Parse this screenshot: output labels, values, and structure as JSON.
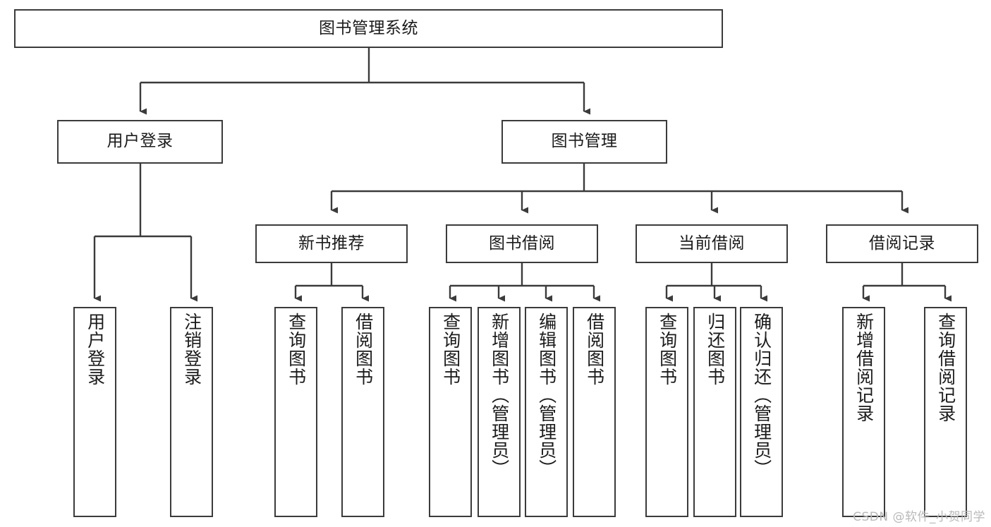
{
  "diagram": {
    "title": "图书管理系统",
    "type": "tree",
    "watermark": "CSDN @软件_小贺同学",
    "colors": {
      "border": "#3b3b3b",
      "fill": "#ffffff",
      "text": "#1b1b1b",
      "edge": "#3b3b3b",
      "watermark": "#b9b9b9"
    },
    "root": {
      "id": "root",
      "label": "图书管理系统"
    },
    "level2": [
      {
        "id": "user-login",
        "label": "用户登录"
      },
      {
        "id": "book-manage",
        "label": "图书管理"
      }
    ],
    "level3": [
      {
        "id": "new-book-recommend",
        "label": "新书推荐",
        "parent": "book-manage"
      },
      {
        "id": "book-borrow",
        "label": "图书借阅",
        "parent": "book-manage"
      },
      {
        "id": "current-borrow",
        "label": "当前借阅",
        "parent": "book-manage"
      },
      {
        "id": "borrow-record",
        "label": "借阅记录",
        "parent": "book-manage"
      }
    ],
    "leaves": [
      {
        "id": "leaf-user-login",
        "label": "用户登录",
        "parent": "user-login"
      },
      {
        "id": "leaf-user-logout",
        "label": "注销登录",
        "parent": "user-login"
      },
      {
        "id": "leaf-query-book-1",
        "label": "查询图书",
        "parent": "new-book-recommend"
      },
      {
        "id": "leaf-borrow-book-1",
        "label": "借阅图书",
        "parent": "new-book-recommend"
      },
      {
        "id": "leaf-query-book-2",
        "label": "查询图书",
        "parent": "book-borrow"
      },
      {
        "id": "leaf-add-book",
        "label": "新增图书（管理员）",
        "parent": "book-borrow"
      },
      {
        "id": "leaf-edit-book",
        "label": "编辑图书（管理员）",
        "parent": "book-borrow"
      },
      {
        "id": "leaf-borrow-book-2",
        "label": "借阅图书",
        "parent": "book-borrow"
      },
      {
        "id": "leaf-query-book-3",
        "label": "查询图书",
        "parent": "current-borrow"
      },
      {
        "id": "leaf-return-book",
        "label": "归还图书",
        "parent": "current-borrow"
      },
      {
        "id": "leaf-confirm-return",
        "label": "确认归还（管理员）",
        "parent": "current-borrow"
      },
      {
        "id": "leaf-add-record",
        "label": "新增借阅记录",
        "parent": "borrow-record"
      },
      {
        "id": "leaf-query-record",
        "label": "查询借阅记录",
        "parent": "borrow-record"
      }
    ]
  }
}
